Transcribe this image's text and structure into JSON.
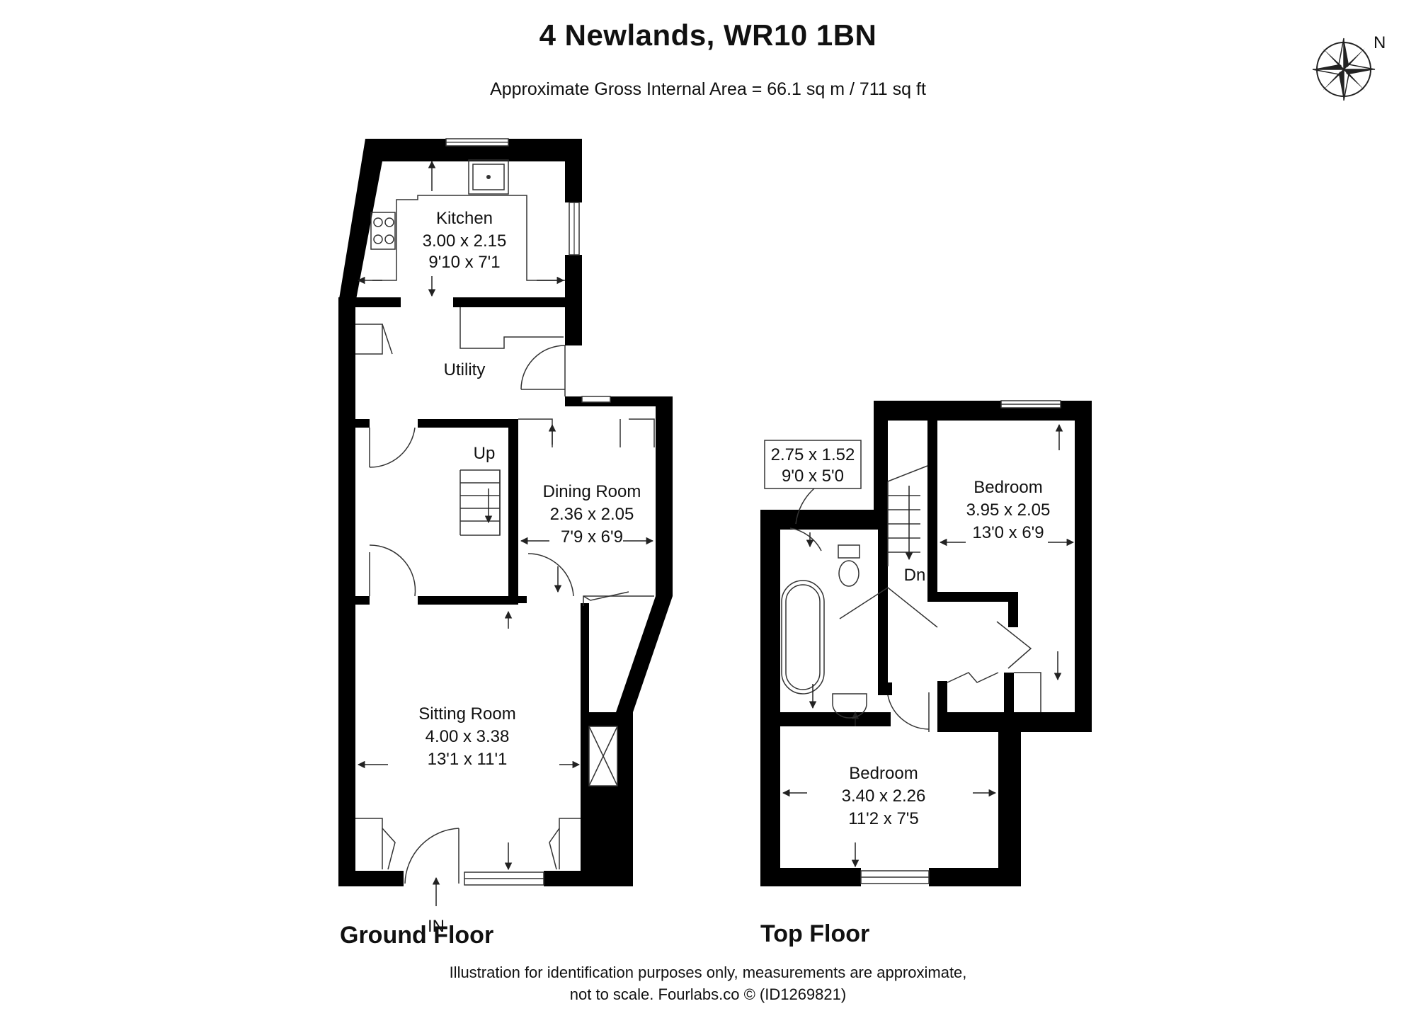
{
  "header": {
    "title": "4 Newlands, WR10 1BN",
    "area": "Approximate Gross Internal Area = 66.1 sq m / 711 sq ft",
    "compass_label": "N"
  },
  "ground_floor": {
    "label": "Ground Floor",
    "entrance_label": "IN",
    "stairs_label": "Up",
    "rooms": {
      "kitchen": {
        "name": "Kitchen",
        "metric": "3.00 x 2.15",
        "imperial": "9'10 x 7'1"
      },
      "utility": {
        "name": "Utility"
      },
      "dining": {
        "name": "Dining Room",
        "metric": "2.36 x 2.05",
        "imperial": "7'9 x 6'9"
      },
      "sitting": {
        "name": "Sitting Room",
        "metric": "4.00 x 3.38",
        "imperial": "13'1 x 11'1"
      }
    }
  },
  "top_floor": {
    "label": "Top Floor",
    "stairs_label": "Dn",
    "rooms": {
      "bathroom": {
        "metric": "2.75 x 1.52",
        "imperial": "9'0 x 5'0"
      },
      "bedroom1": {
        "name": "Bedroom",
        "metric": "3.95 x 2.05",
        "imperial": "13'0 x 6'9"
      },
      "bedroom2": {
        "name": "Bedroom",
        "metric": "3.40 x 2.26",
        "imperial": "11'2 x 7'5"
      }
    }
  },
  "footer": {
    "line1": "Illustration for identification purposes only, measurements are approximate,",
    "line2": "not to scale. Fourlabs.co © (ID1269821)"
  }
}
